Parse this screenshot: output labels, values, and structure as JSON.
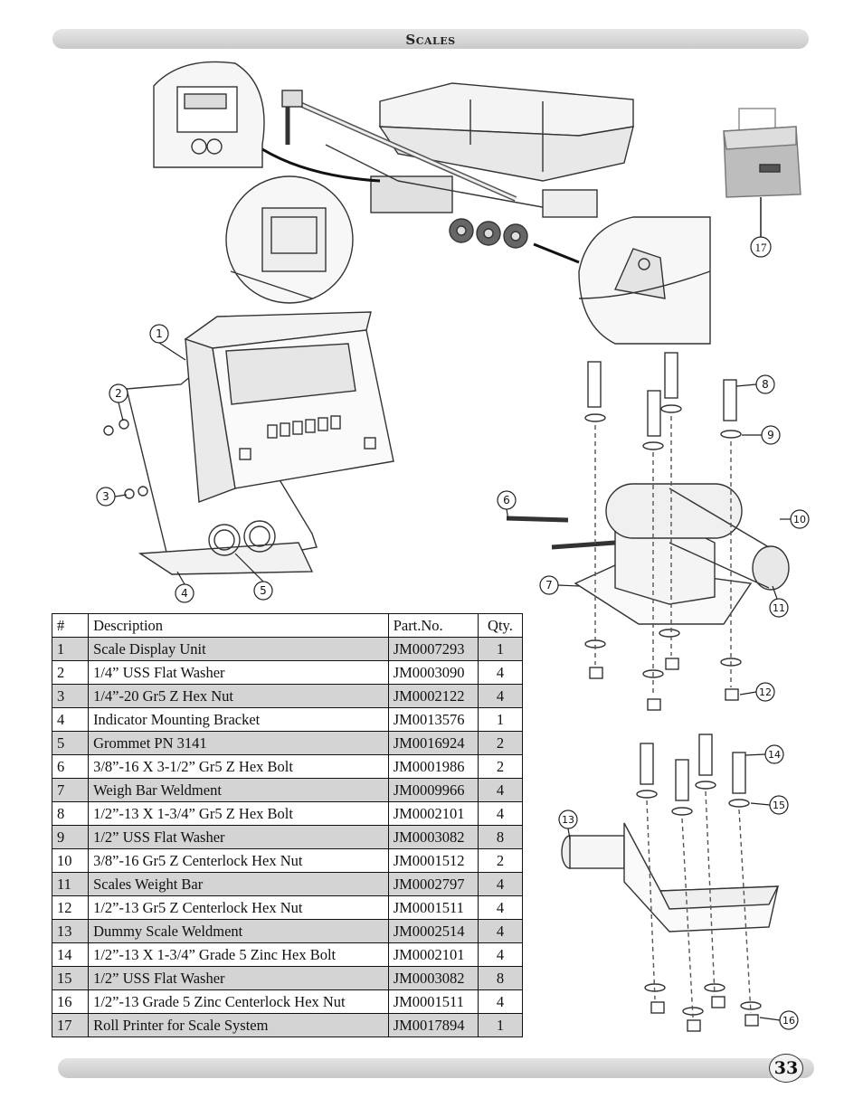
{
  "header": {
    "title": "Scales"
  },
  "page_number": "33",
  "callouts": [
    "1",
    "2",
    "3",
    "4",
    "5",
    "6",
    "7",
    "8",
    "9",
    "10",
    "11",
    "12",
    "13",
    "14",
    "15",
    "16",
    "17"
  ],
  "table": {
    "headers": [
      "#",
      "Description",
      "Part.No.",
      "Qty."
    ],
    "rows": [
      [
        "1",
        "Scale Display Unit",
        "JM0007293",
        "1"
      ],
      [
        "2",
        "1/4” USS Flat Washer",
        "JM0003090",
        "4"
      ],
      [
        "3",
        "1/4”-20 Gr5 Z Hex Nut",
        "JM0002122",
        "4"
      ],
      [
        "4",
        "Indicator Mounting Bracket",
        "JM0013576",
        "1"
      ],
      [
        "5",
        "Grommet PN 3141",
        "JM0016924",
        "2"
      ],
      [
        "6",
        "3/8”-16 X 3-1/2” Gr5 Z Hex Bolt",
        "JM0001986",
        "2"
      ],
      [
        "7",
        "Weigh Bar Weldment",
        "JM0009966",
        "4"
      ],
      [
        "8",
        "1/2”-13 X 1-3/4” Gr5 Z Hex Bolt",
        "JM0002101",
        "4"
      ],
      [
        "9",
        "1/2” USS Flat Washer",
        "JM0003082",
        "8"
      ],
      [
        "10",
        "3/8”-16 Gr5 Z Centerlock Hex Nut",
        "JM0001512",
        "2"
      ],
      [
        "11",
        "Scales Weight Bar",
        "JM0002797",
        "4"
      ],
      [
        "12",
        "1/2”-13 Gr5 Z Centerlock Hex Nut",
        "JM0001511",
        "4"
      ],
      [
        "13",
        "Dummy  Scale Weldment",
        "JM0002514",
        "4"
      ],
      [
        "14",
        "1/2”-13 X 1-3/4” Grade 5 Zinc Hex Bolt",
        "JM0002101",
        "4"
      ],
      [
        "15",
        "1/2” USS Flat Washer",
        "JM0003082",
        "8"
      ],
      [
        "16",
        "1/2”-13 Grade 5 Zinc Centerlock Hex Nut",
        "JM0001511",
        "4"
      ],
      [
        "17",
        "Roll Printer for Scale System",
        "JM0017894",
        "1"
      ]
    ]
  }
}
